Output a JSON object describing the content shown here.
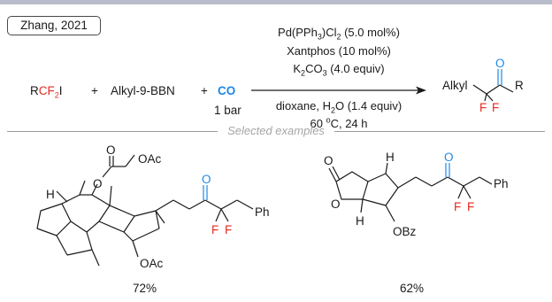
{
  "citation": "Zhang, 2021",
  "reaction": {
    "reagent1": {
      "pre": "R",
      "red": "CF",
      "sub": "2",
      "post": "I"
    },
    "plus": "+",
    "reagent2": "Alkyl-9-BBN",
    "reagent3": "CO",
    "reagent3_pressure": "1 bar",
    "conditions_above": {
      "line1": {
        "pre": "Pd(PPh",
        "sub1": "3",
        "mid": ")Cl",
        "sub2": "2",
        "post": " (5.0 mol%)"
      },
      "line2": "Xantphos (10 mol%)",
      "line3": {
        "pre": "K",
        "sub1": "2",
        "mid": "CO",
        "sub2": "3",
        "post": " (4.0 equiv)"
      }
    },
    "conditions_below": {
      "line1": {
        "pre": "dioxane, H",
        "sub": "2",
        "post": "O (1.4 equiv)"
      },
      "line2": {
        "pre": "60 ",
        "sup": "o",
        "post": "C, 24 h"
      }
    },
    "product": {
      "alkyl": "Alkyl",
      "oxygen": "O",
      "r": "R",
      "f1": "F",
      "f2": "F"
    }
  },
  "section_label": "Selected examples",
  "examples": [
    {
      "yield": "72%",
      "atoms": {
        "o1": "O",
        "o2": "O",
        "oac_top": "OAc",
        "h": "H",
        "ketone_o": "O",
        "f1": "F",
        "f2": "F",
        "ph": "Ph",
        "oac_bottom": "OAc"
      }
    },
    {
      "yield": "62%",
      "atoms": {
        "o_carbonyl": "O",
        "o_ring": "O",
        "h_top": "H",
        "h_bottom": "H",
        "ketone_o": "O",
        "f1": "F",
        "f2": "F",
        "ph": "Ph",
        "obz": "OBz"
      }
    }
  ],
  "colors": {
    "fluorine": "#e8281e",
    "carbonyl": "#1e88e5",
    "co": "#1e88e5",
    "text": "#1a1a1a",
    "topbar": "#b9bccb",
    "separator_label": "#a5a5a5"
  }
}
